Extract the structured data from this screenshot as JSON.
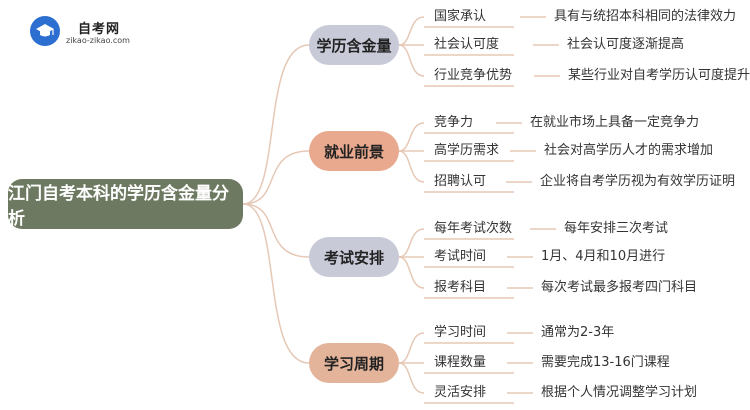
{
  "logo": {
    "title": "自考网",
    "subtitle": "zikao-zikao.com",
    "icon": "graduation-cap-icon"
  },
  "root": {
    "label": "江门自考本科的学历含金量分析"
  },
  "colors": {
    "root_fill": "#6d7a61",
    "branch_1_fill": "#c9cad8",
    "branch_2_fill": "#e9a98e",
    "branch_3_fill": "#c9cad8",
    "branch_4_fill": "#e4b49a",
    "connector": "#e6c8b6"
  },
  "branches": [
    {
      "label": "学历含金量",
      "items": [
        {
          "key": "国家承认",
          "value": "具有与统招本科相同的法律效力"
        },
        {
          "key": "社会认可度",
          "value": "社会认可度逐渐提高"
        },
        {
          "key": "行业竞争优势",
          "value": "某些行业对自考学历认可度提升"
        }
      ]
    },
    {
      "label": "就业前景",
      "items": [
        {
          "key": "竞争力",
          "value": "在就业市场上具备一定竞争力"
        },
        {
          "key": "高学历需求",
          "value": "社会对高学历人才的需求增加"
        },
        {
          "key": "招聘认可",
          "value": "企业将自考学历视为有效学历证明"
        }
      ]
    },
    {
      "label": "考试安排",
      "items": [
        {
          "key": "每年考试次数",
          "value": "每年安排三次考试"
        },
        {
          "key": "考试时间",
          "value": "1月、4月和10月进行"
        },
        {
          "key": "报考科目",
          "value": "每次考试最多报考四门科目"
        }
      ]
    },
    {
      "label": "学习周期",
      "items": [
        {
          "key": "学习时间",
          "value": "通常为2-3年"
        },
        {
          "key": "课程数量",
          "value": "需要完成13-16门课程"
        },
        {
          "key": "灵活安排",
          "value": "根据个人情况调整学习计划"
        }
      ]
    }
  ]
}
